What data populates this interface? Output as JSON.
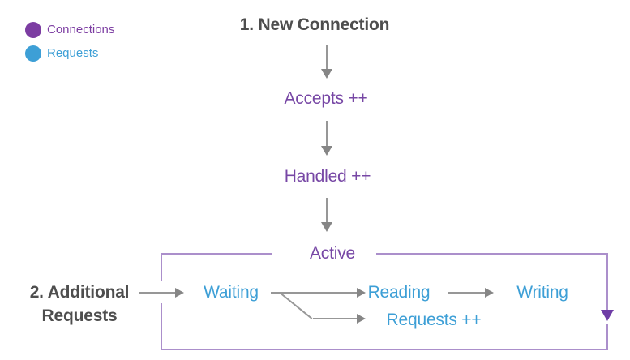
{
  "legend": {
    "items": [
      {
        "label": "Connections",
        "color_key": "connections_purple"
      },
      {
        "label": "Requests",
        "color_key": "requests_blue"
      }
    ]
  },
  "flow": {
    "step1_heading": "1. New Connection",
    "accepts_counter": "Accepts ++",
    "handled_counter": "Handled ++",
    "active_state": "Active",
    "step2_heading_line1": "2. Additional",
    "step2_heading_line2": "Requests",
    "waiting_state": "Waiting",
    "reading_state": "Reading",
    "writing_state": "Writing",
    "requests_counter": "Requests ++"
  },
  "colors": {
    "connections_purple": "#7c3da2",
    "purple_text": "#7747a5",
    "requests_blue": "#3d9fd6",
    "heading_gray": "#4e4e4e",
    "line_gray": "#979797",
    "arrowhead_gray": "#868686",
    "box_purple": "#ab8fcb",
    "box_arrow_purple": "#6f3da6",
    "background": "#ffffff"
  }
}
